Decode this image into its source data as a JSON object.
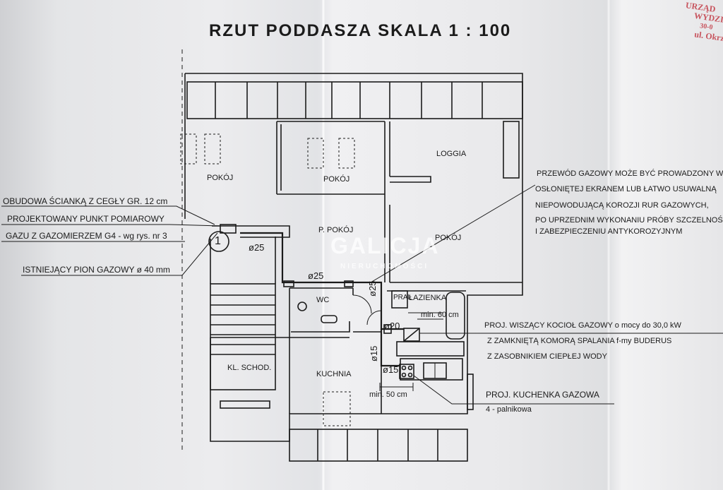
{
  "title": "RZUT PODDASZA SKALA 1 : 100",
  "rooms": {
    "pokoj_left": "POKÓJ",
    "pokoj_mid": "POKÓJ",
    "loggia": "LOGGIA",
    "p_pokoj": "P. POKÓJ",
    "pokoj_right": "POKÓJ",
    "wc": "WC",
    "pral": "PRAL",
    "lazienka": "ŁAZIENKA",
    "kl_schod": "KL. SCHOD.",
    "kuchnia": "KUCHNIA"
  },
  "marker": "1",
  "dims": {
    "d25_a": "ø25",
    "d25_b": "ø25",
    "d25_c": "ø25",
    "d20": "ø20",
    "d15_a": "ø15",
    "d15_b": "ø15",
    "min60": "min. 60 cm",
    "min50": "min. 50 cm"
  },
  "left_notes": {
    "obudowa": "OBUDOWA ŚCIANKĄ Z CEGŁY GR. 12 cm",
    "punkt1": "PROJEKTOWANY PUNKT POMIAROWY",
    "punkt2": "GAZU Z GAZOMIERZEM G4 - wg rys. nr 3",
    "pion": "ISTNIEJĄCY PION GAZOWY ø 40 mm"
  },
  "right_notes": {
    "przewod1": "PRZEWÓD GAZOWY MOŻE BYĆ PROWADZONY W",
    "przewod2": "OSŁONIĘTEJ EKRANEM LUB ŁATWO USUWALNĄ",
    "przewod3": "NIEPOWODUJĄCĄ KOROZJI RUR GAZOWYCH,",
    "przewod4": "PO UPRZEDNIM WYKONANIU PRÓBY SZCZELNOŚ",
    "przewod5": "I ZABEZPIECZENIU ANTYKOROZYJNYM",
    "kociol1": "PROJ. WISZĄCY KOCIOŁ GAZOWY  o mocy do 30,0 kW",
    "kociol2": "Z ZAMKNIĘTĄ KOMORĄ  SPALANIA f-my BUDERUS",
    "kociol3": "Z ZASOBNIKIEM CIEPŁEJ WODY",
    "kuchenka1": "PROJ. KUCHENKA GAZOWA",
    "kuchenka2": "4 - palnikowa"
  },
  "stamp": {
    "line1": "URZĄD",
    "line2": "WYDZIAŁ",
    "line3": "30-0",
    "line4": "ul. Okrzei"
  },
  "watermark": {
    "brand": "GALICJA",
    "sub": "NIERUCHOMOŚCI"
  },
  "colors": {
    "ink": "#1b1b1b",
    "stamp": "#c23a45",
    "paper": "#e9e9eb"
  }
}
